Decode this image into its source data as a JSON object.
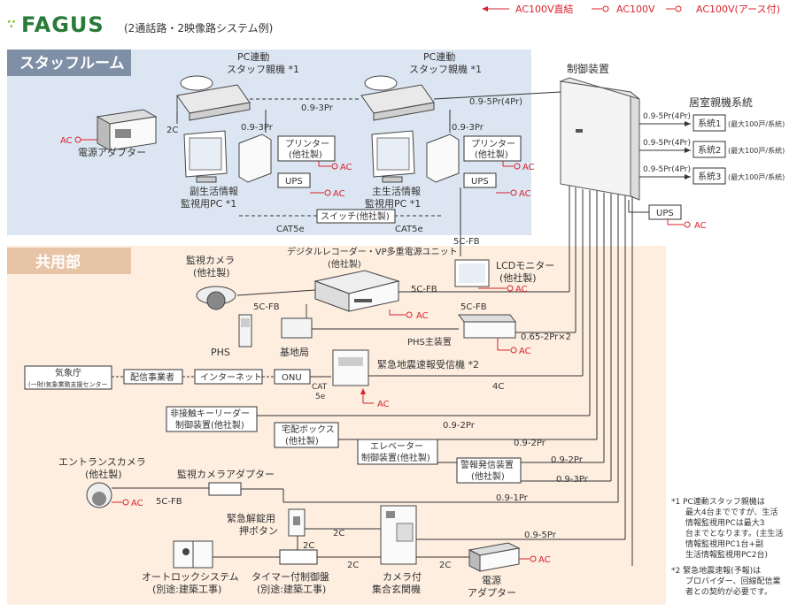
{
  "header": {
    "brand": "FAGUS",
    "subtitle": "(2通話路・2映像路システム例)",
    "legend": {
      "direct": "AC100V直結",
      "plug": "AC100V",
      "plug_earth": "AC100V(アース付)"
    }
  },
  "colors": {
    "staff_bg": "#dce6f2",
    "common_bg": "#fdeee0",
    "tab": "#7f8fa6",
    "tab2": "#e8c4a6",
    "ac": "#d9232d",
    "line": "#333333",
    "brand": "#2a7a3a"
  },
  "sections": {
    "staff": "スタッフルーム",
    "common": "共用部"
  },
  "labels": {
    "pc_master_left": [
      "PC連動",
      "スタッフ親機 *1"
    ],
    "pc_master_right": [
      "PC連動",
      "スタッフ親機 *1"
    ],
    "control": "制御装置",
    "room_system": "居室親機系統",
    "sys1": "系統1",
    "sys2": "系統2",
    "sys3": "系統3",
    "sys_note": "(最大100戸/系統)",
    "pr4": "0.9-5Pr(4Pr)",
    "ups": "UPS",
    "ac": "AC",
    "power_adapter": "電源アダプター",
    "printer": [
      "プリンター",
      "(他社製)"
    ],
    "sub_pc": [
      "副生活情報",
      "監視用PC *1"
    ],
    "main_pc": [
      "主生活情報",
      "監視用PC *1"
    ],
    "switch": "スイッチ(他社製)",
    "cat5e": "CAT5e",
    "c2": "2C",
    "p93": "0.9-3Pr",
    "p95_4": "0.9-5Pr(4Pr)",
    "c5fb": "5C-FB",
    "recorder": [
      "デジタルレコーダー・VP多重電源ユニット",
      "(他社製)"
    ],
    "lcd": [
      "LCDモニター",
      "(他社製)"
    ],
    "camera": [
      "監視カメラ",
      "(他社製)"
    ],
    "phs": "PHS",
    "base": "基地局",
    "phs_main": "PHS主装置",
    "p065": "0.65-2Pr×2",
    "jma": [
      "気象庁",
      "(一財)気象業務支援センター"
    ],
    "dist": "配信事業者",
    "internet": "インターネット",
    "onu": "ONU",
    "cat5e_2": [
      "CAT",
      "5e"
    ],
    "eew": "緊急地震速報受信機 *2",
    "c4": "4C",
    "keyless": [
      "非接触キーリーダー",
      "制御装置(他社製)"
    ],
    "delivery": [
      "宅配ボックス",
      "(他社製)"
    ],
    "elevator": [
      "エレベーター",
      "制御装置(他社製)"
    ],
    "alarm": [
      "警報発信装置",
      "(他社製)"
    ],
    "p92": "0.9-2Pr",
    "p91": "0.9-1Pr",
    "p95": "0.9-5Pr",
    "entrance_cam": [
      "エントランスカメラ",
      "(他社製)"
    ],
    "cam_adapter": "監視カメラアダプター",
    "unlock": [
      "緊急解錠用",
      "押ボタン"
    ],
    "autolock": [
      "オートロックシステム",
      "(別途:建築工事)"
    ],
    "timer": [
      "タイマー付制御盤",
      "(別途:建築工事)"
    ],
    "entrance": [
      "カメラ付",
      "集合玄関機"
    ],
    "power2": [
      "電源",
      "アダプター"
    ],
    "note1": [
      "*1 PC連動スタッフ親機は",
      "最大4台までですが、生活",
      "情報監視用PCは最大3",
      "台までとなります。(主生活",
      "情報監視用PC1台+副",
      "生活情報監視用PC2台)"
    ],
    "note2": [
      "*2 緊急地震速報(予報)は",
      "プロバイダー、回線配信業",
      "者との契約が必要です。"
    ]
  }
}
